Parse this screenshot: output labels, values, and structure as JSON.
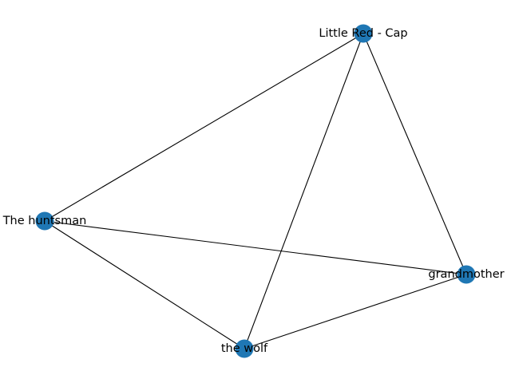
{
  "graph": {
    "node_color": "#1f77b4",
    "edge_color": "#000000",
    "nodes": [
      {
        "id": "little-red-cap",
        "label": "Little Red - Cap"
      },
      {
        "id": "the-huntsman",
        "label": "The huntsman"
      },
      {
        "id": "grandmother",
        "label": "grandmother"
      },
      {
        "id": "the-wolf",
        "label": "the wolf"
      }
    ],
    "edges": [
      {
        "source": "little-red-cap",
        "target": "the-huntsman"
      },
      {
        "source": "little-red-cap",
        "target": "the-wolf"
      },
      {
        "source": "little-red-cap",
        "target": "grandmother"
      },
      {
        "source": "the-huntsman",
        "target": "grandmother"
      },
      {
        "source": "the-huntsman",
        "target": "the-wolf"
      },
      {
        "source": "the-wolf",
        "target": "grandmother"
      }
    ]
  }
}
